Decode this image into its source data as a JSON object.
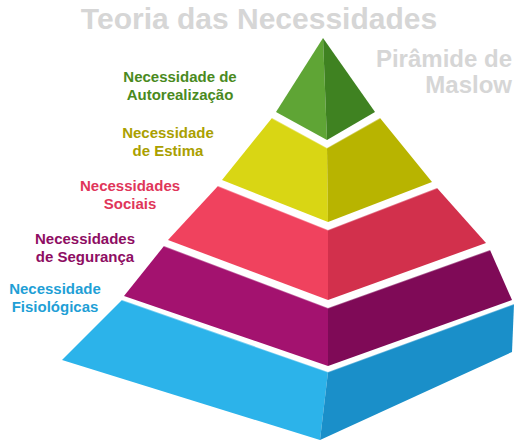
{
  "diagram": {
    "nodes": [
      {
        "text": [
          "Necessidade de Autorealização"
        ]
      },
      {
        "text": [
          "Necessidade de Estima"
        ]
      },
      {
        "text": [
          "Necessidades Sociais"
        ]
      },
      {
        "text": [
          "Necessidades de Segurança"
        ]
      },
      {
        "text": [
          "Necessidade Fisiológicas"
        ]
      }
    ],
    "labels": [
      "Teoria das Necessidades",
      "Pirâmide de Maslow"
    ]
  }
}
